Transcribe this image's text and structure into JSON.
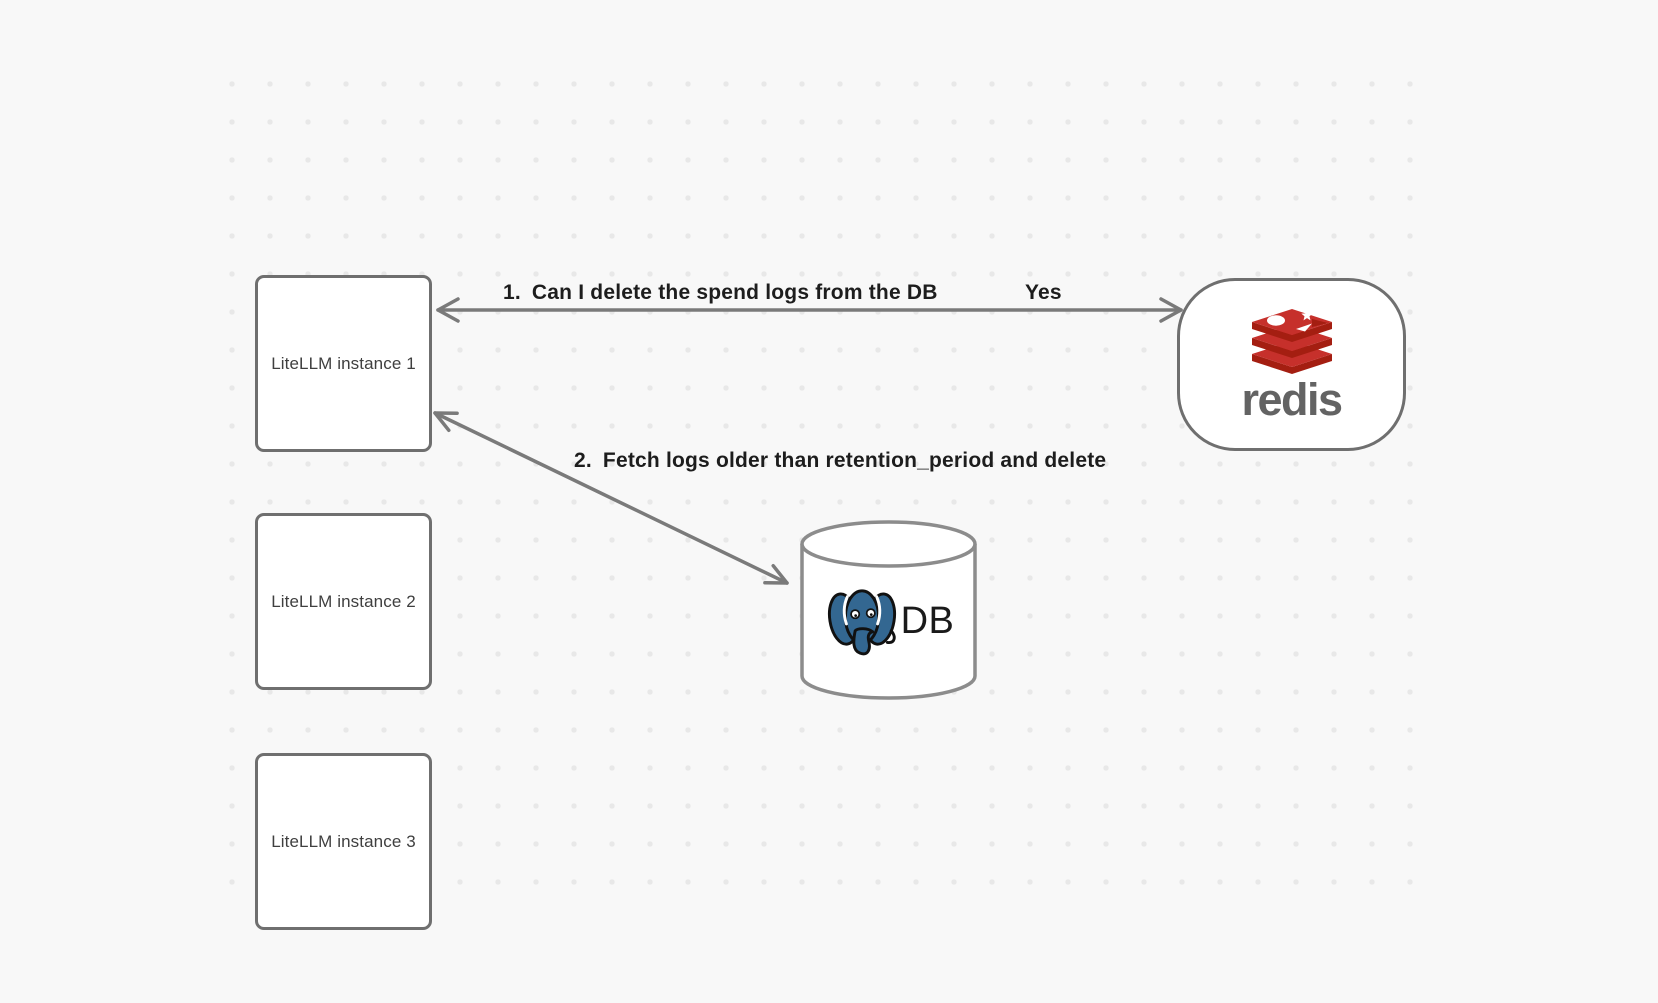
{
  "canvas": {
    "background_color": "#f8f8f8",
    "dot_color": "#e8e8e8"
  },
  "instances": [
    {
      "label": "LiteLLM instance 1"
    },
    {
      "label": "LiteLLM instance 2"
    },
    {
      "label": "LiteLLM instance 3"
    }
  ],
  "redis": {
    "wordmark": "redis",
    "logo_red": "#C6302B",
    "logo_dark_red": "#A41E11",
    "wordmark_color": "#636363"
  },
  "database": {
    "label": "DB",
    "postgres_blue": "#336791"
  },
  "messages": [
    {
      "number": "1.",
      "text": "Can I delete the spend logs from the DB",
      "reply": "Yes"
    },
    {
      "number": "2.",
      "text": "Fetch logs older than retention_period and delete"
    }
  ]
}
